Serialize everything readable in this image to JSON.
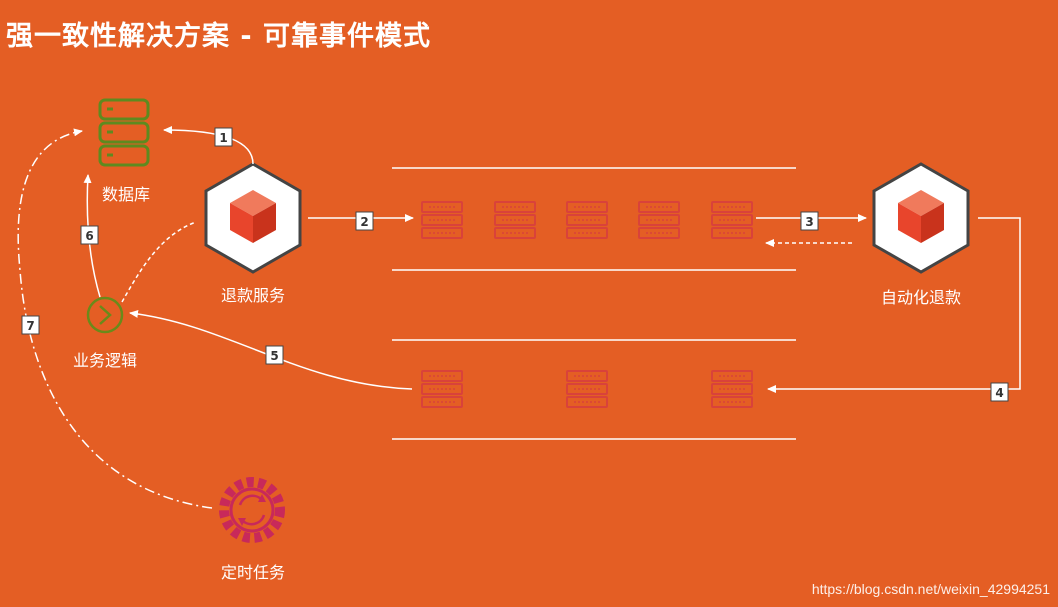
{
  "title": "强一致性解决方案 - 可靠事件模式",
  "nodes": {
    "database": "数据库",
    "refund_service": "退款服务",
    "auto_refund": "自动化退款",
    "business_logic": "业务逻辑",
    "scheduled_task": "定时任务"
  },
  "steps": [
    "1",
    "2",
    "3",
    "4",
    "5",
    "6",
    "7"
  ],
  "watermark": "https://blog.csdn.net/weixin_42994251",
  "colors": {
    "background": "#e45e24",
    "database": "#5e8a1f",
    "cube": "#e8452c",
    "queue_item": "#d9423a",
    "gear": "#c8295a",
    "line": "#ffffff"
  },
  "icons": [
    "database-icon",
    "service-cube-icon",
    "queue-message-icon",
    "business-logic-icon",
    "gear-icon"
  ]
}
